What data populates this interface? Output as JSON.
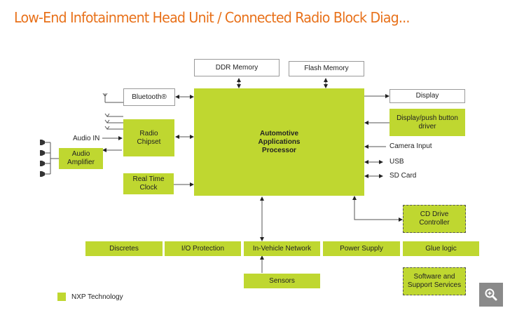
{
  "title": "Low-End Infotainment Head Unit / Connected Radio Block Diag...",
  "colors": {
    "title": "#e8711a",
    "nxp_green": "#bfd730",
    "zoom_button": "#8a8a8a"
  },
  "blocks": {
    "ddr_memory": "DDR Memory",
    "flash_memory": "Flash Memory",
    "bluetooth": "Bluetooth®",
    "radio_chipset": "Radio Chipset",
    "audio_amplifier": "Audio Amplifier",
    "real_time_clock": "Real Time Clock",
    "processor": "Automotive Applications Processor",
    "display": "Display",
    "display_driver": "Display/push button driver",
    "cd_drive": "CD Drive Controller",
    "discretes": "Discretes",
    "io_protection": "I/O Protection",
    "in_vehicle_network": "In-Vehicle Network",
    "power_supply": "Power Supply",
    "glue_logic": "Glue logic",
    "sensors": "Sensors",
    "software_services": "Software and Support Services"
  },
  "labels": {
    "audio_in": "Audio IN",
    "camera_input": "Camera Input",
    "usb": "USB",
    "sd_card": "SD Card"
  },
  "legend": {
    "label": "NXP Technology"
  },
  "icons": {
    "zoom": "zoom-in-icon",
    "antenna": "antenna-icon",
    "speaker": "speaker-icon"
  }
}
